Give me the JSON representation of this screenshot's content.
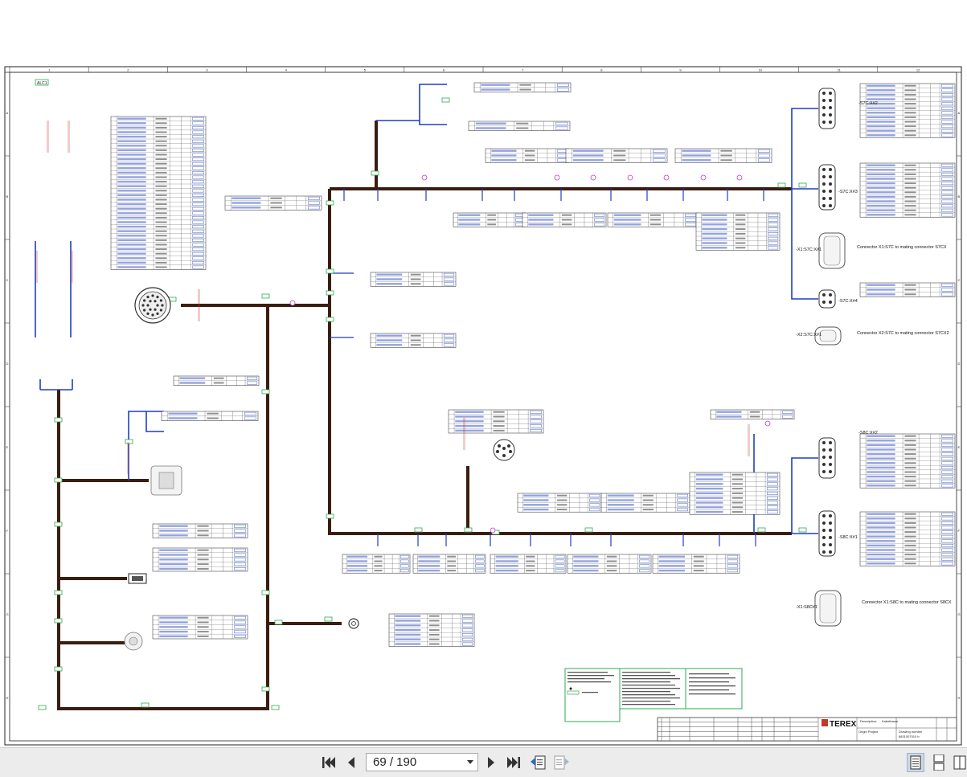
{
  "viewer": {
    "current_page": "69",
    "total_pages": "190",
    "page_indicator": "69 / 190",
    "icons": {
      "first": "first-page-icon",
      "prev": "previous-page-icon",
      "next": "next-page-icon",
      "last": "last-page-icon",
      "back": "go-back-icon",
      "forward": "go-forward-icon",
      "single": "single-page-view-icon",
      "continuous": "continuous-view-icon",
      "facing": "facing-pages-view-icon"
    }
  },
  "sheet": {
    "columns": [
      "1",
      "2",
      "3",
      "4",
      "5",
      "6",
      "7",
      "8",
      "9",
      "10",
      "11",
      "12"
    ],
    "rows": [
      "A",
      "B",
      "C",
      "D",
      "E",
      "F",
      "G",
      "H"
    ],
    "sheet_tag": "ALC1",
    "colors": {
      "wire": "#3b1d10",
      "bus": "#1f3fbf",
      "tag": "#2fa84f",
      "marker": "#cc33cc",
      "accent": "#c0392b"
    }
  },
  "connectors": {
    "x1": "-X1:S7C:X#1",
    "x2": "-X2:S7C:X#1",
    "s7c_x2": "-S7C:X#2",
    "s7c_x3": "-S7C:X#3",
    "s7c_x4": "-S7C:X#4",
    "s8c_x1": "-S8C:X#1",
    "s8c_x2": "-S8C:X#2",
    "s8c_xs": "-X1:S8C#1",
    "mating_1": "Connector X1:S7C to mating connector S7CX",
    "mating_2": "Connector X2:S7C to mating connector S7CX2",
    "mating_3": "Connector X1:S8C to mating connector S8CX"
  },
  "titleblock": {
    "brand": "TEREX",
    "description_label": "Description:",
    "description": "Kabelbaum",
    "drawing_number_label": "Drawing number",
    "drawing_number": "6831007010 b",
    "origin_label": "Origin Project"
  }
}
